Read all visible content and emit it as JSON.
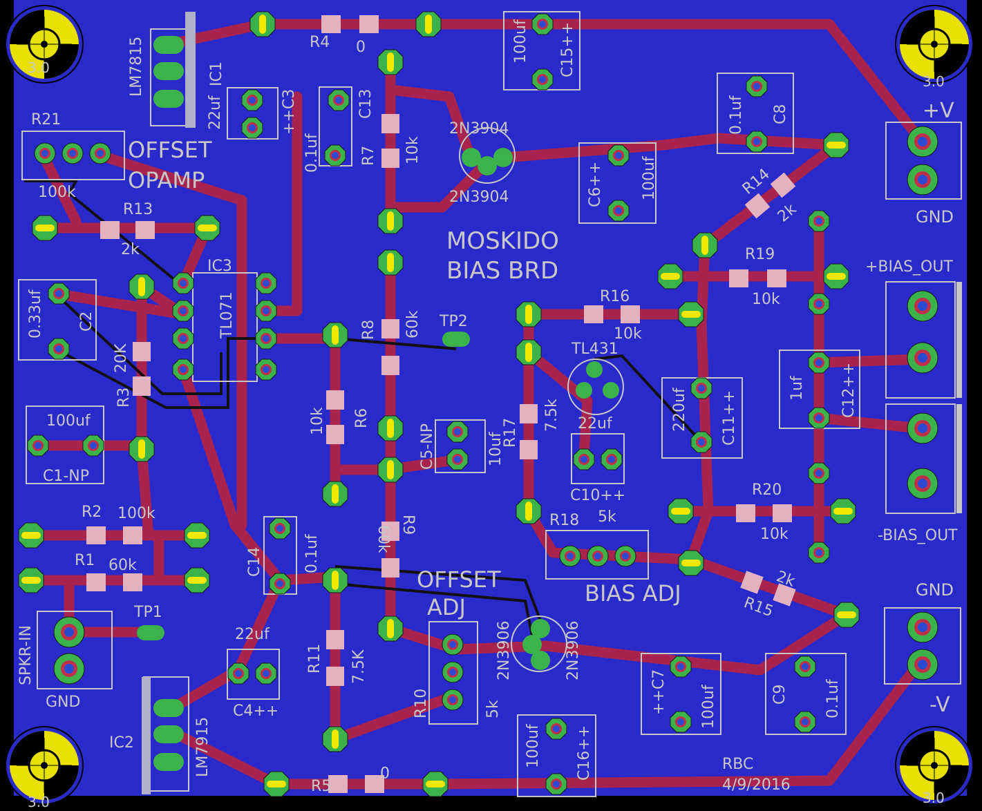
{
  "board": {
    "title_line1": "MOSKIDO",
    "title_line2": "BIAS BRD",
    "author": "RBC",
    "date": "4/9/2016",
    "colors": {
      "background": "#000000",
      "copper_pour": "#2a2acb",
      "trace": "#a8244e",
      "pad": "#3cb24a",
      "via_core": "#2a4ad0",
      "silkscreen": "#c8c8c8",
      "solder": "#f0e800",
      "mount_hole_yellow": "#e8e000"
    }
  },
  "mount_holes": [
    "3.0",
    "3.0",
    "3.0",
    "3.0"
  ],
  "labels": {
    "offset_opamp_1": "OFFSET",
    "offset_opamp_2": "OPAMP",
    "offset_adj_1": "OFFSET",
    "offset_adj_2": "ADJ",
    "bias_adj": "BIAS ADJ",
    "plus_v": "+V",
    "minus_v": "-V",
    "gnd_top": "GND",
    "gnd_right": "GND",
    "gnd_in": "GND",
    "plus_bias_out": "+BIAS_OUT",
    "minus_bias_out": "-BIAS_OUT",
    "spkr_in": "SPKR-IN",
    "tp1": "TP1",
    "tp2": "TP2"
  },
  "components": {
    "lm7815": "LM7815",
    "ic1": "IC1",
    "c3_val": "22uf",
    "c3": "++C3",
    "r4": "R4",
    "r4_val": "0",
    "c15_val": "100uf",
    "c15": "C15++",
    "r21": "R21",
    "r21_val": "100k",
    "r13": "R13",
    "r13_val": "2k",
    "c13_val": "0.1uf",
    "c13": "C13",
    "r7": "R7",
    "r7_val": "10k",
    "q_top_1": "2N3904",
    "q_top_2": "2N3904",
    "c6": "C6++",
    "c6_val": "100uf",
    "c8_val": "0.1uf",
    "c8": "C8",
    "r14": "R14",
    "r14_val": "2k",
    "r19": "R19",
    "r19_val": "10k",
    "ic3": "IC3",
    "tl071": "TL071",
    "c2_val": "0.33uf",
    "c2": "C2",
    "r3_val": "20K",
    "r3": "R3",
    "r8": "R8",
    "r8_val": "60k",
    "r16": "R16",
    "r16_val": "10k",
    "tl431": "TL431",
    "c11_val": "220uf",
    "c11": "C11++",
    "c12_val": "1uf",
    "c12": "C12++",
    "c1_val": "100uf",
    "c1": "C1-NP",
    "r6_val": "10k",
    "r6": "R6",
    "c5": "C5-NP",
    "c5_val": "10uf",
    "r17": "R17",
    "r17_val": "7.5k",
    "c10_val": "22uf",
    "c10": "C10++",
    "r2": "R2",
    "r2_val": "100k",
    "r1": "R1",
    "r1_val": "60k",
    "r9_val": "60k",
    "r9": "R9",
    "c14": "C14",
    "c14_val": "0.1uf",
    "r18": "R18",
    "r18_val": "5k",
    "r20": "R20",
    "r20_val": "10k",
    "r15": "R15",
    "r15_val": "2k",
    "c4_val": "22uf",
    "c4": "C4++",
    "r11": "R11",
    "r11_val": "7.5K",
    "r10": "R10",
    "r10_val": "5k",
    "q_bot_1": "2N3906",
    "q_bot_2": "2N3906",
    "c7": "++C7",
    "c7_val": "100uf",
    "c9": "C9",
    "c9_val": "0.1uf",
    "ic2": "IC2",
    "lm7915": "LM7915",
    "r5": "R5",
    "r5_val": "0",
    "c16_val": "100uf",
    "c16": "C16++"
  }
}
